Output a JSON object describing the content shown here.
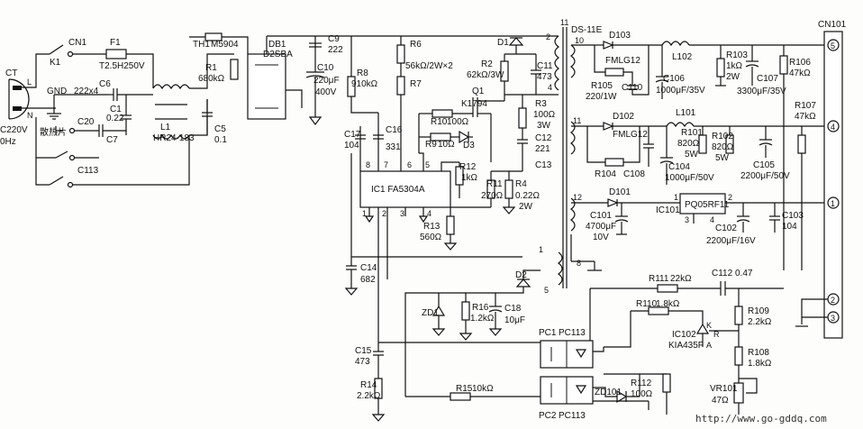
{
  "watermark": "http://www.go-gddq.com",
  "labels": {
    "CT": "CT",
    "L": "L",
    "N": "N",
    "AC": "C220V",
    "hz": "0Hz",
    "K1": "K1",
    "CN1": "CN1",
    "F1": "F1",
    "F1v": "T2.5H250V",
    "GND": "GND",
    "C6": "C6",
    "C6v": "222x4",
    "C1": "C1",
    "C1v": "0.22",
    "C20": "C20",
    "C7": "C7",
    "HS": "散热片",
    "C113": "C113",
    "L1": "L1",
    "L1v": "HR24-183",
    "C5": "C5",
    "C5v": "0.1",
    "TH1": "TH1",
    "TH1v": "M5904",
    "R1": "R1",
    "R1v": "680kΩ",
    "DB1": "DB1",
    "DB1v": "D2SBA",
    "C9": "C9",
    "C9v": "222",
    "C10": "C10",
    "C10a": "220μF",
    "C10b": "400V",
    "R8": "R8",
    "R8v": "910kΩ",
    "R6": "R6",
    "R6v": "56kΩ/2W×2",
    "R7": "R7",
    "D1": "D1",
    "R2": "R2",
    "R2v": "62kΩ/3W",
    "C11": "C11",
    "C11v": "473",
    "Q1": "Q1",
    "Q1v": "K1794",
    "R3": "R3",
    "R3a": "100Ω",
    "R3b": "3W",
    "R10": "R10",
    "R10v": "100Ω",
    "R9": "R9",
    "R9v": "10Ω",
    "D3": "D3",
    "C12": "C12",
    "C12v": "221",
    "C13": "C13",
    "C17": "C17",
    "C17v": "104",
    "C16": "C16",
    "C16v": "331",
    "IC1": "IC1  FA5304A",
    "R12": "R12",
    "R12v": "1kΩ",
    "R11": "R11",
    "R11v": "270Ω",
    "R4": "R4",
    "R4a": "0.22Ω",
    "R4b": "2W",
    "R13": "R13",
    "R13v": "560Ω",
    "C14": "C14",
    "C14v": "682",
    "D2": "D2",
    "ZD1": "ZD1",
    "R16": "R16",
    "R16v": "1.2kΩ",
    "C18": "C18",
    "C18v": "10μF",
    "C15": "C15",
    "C15v": "473",
    "R14": "R14",
    "R14v": "2.2kΩ",
    "R15": "R15",
    "R15v": "10kΩ",
    "PC1": "PC1",
    "PC1v": "PC113",
    "PC2": "PC2",
    "PC2v": "PC113",
    "ZD101": "ZD101",
    "R112": "R112",
    "R112v": "100Ω",
    "T": "DS-11E",
    "D103": "D103",
    "D103v": "FMLG12",
    "L102": "L102",
    "R105": "R105",
    "R105v": "220/1W",
    "C110": "C110",
    "C106": "C106",
    "C106v": "1000μF/35V",
    "R103": "R103",
    "R103a": "1kΩ",
    "R103b": "2W",
    "C107": "C107",
    "C107v": "3300μF/35V",
    "R106": "R106",
    "R106v": "47kΩ",
    "R107": "R107",
    "R107v": "47kΩ",
    "D102": "D102",
    "D102v": "FMLG12",
    "L101": "L101",
    "R101": "R101",
    "R101a": "820Ω",
    "R101b": "5W",
    "R102": "R102",
    "R102a": "820Ω",
    "R102b": "5W",
    "R104": "R104",
    "C108": "C108",
    "C104": "C104",
    "C104v": "1000μF/50V",
    "C105": "C105",
    "C105v": "2200μF/50V",
    "D101": "D101",
    "C101": "C101",
    "C101a": "4700μF",
    "C101b": "10V",
    "IC101": "IC101",
    "IC101v": "PQ05RF11",
    "C102": "C102",
    "C102v": "2200μF/16V",
    "C103": "C103",
    "C103v": "104",
    "R111": "R111",
    "R111v": "22kΩ",
    "C112": "C112",
    "C112v": "0.47",
    "R110": "R110",
    "R110v": "1.8kΩ",
    "IC102": "IC102",
    "IC102v": "KIA435F",
    "K": "K",
    "R": "R",
    "A": "A",
    "R109": "R109",
    "R109v": "2.2kΩ",
    "R108": "R108",
    "R108v": "1.8kΩ",
    "VR101": "VR101",
    "VR101v": "47Ω",
    "CN101": "CN101"
  },
  "pins": {
    "t1": "1",
    "t2": "2",
    "t4": "4",
    "t5": "5",
    "t8": "8",
    "t10": "10",
    "t11": "11",
    "t12": "12",
    "t11top": "11",
    "ic8": "8",
    "ic7": "7",
    "ic6": "6",
    "ic5": "5",
    "ic1": "1",
    "ic2": "2",
    "ic3": "3",
    "ic4": "4",
    "reg1": "1",
    "reg2": "2",
    "reg3": "3",
    "reg4": "4",
    "cn5": "5",
    "cn4": "4",
    "cn1": "1",
    "cn2": "2",
    "cn3": "3"
  }
}
